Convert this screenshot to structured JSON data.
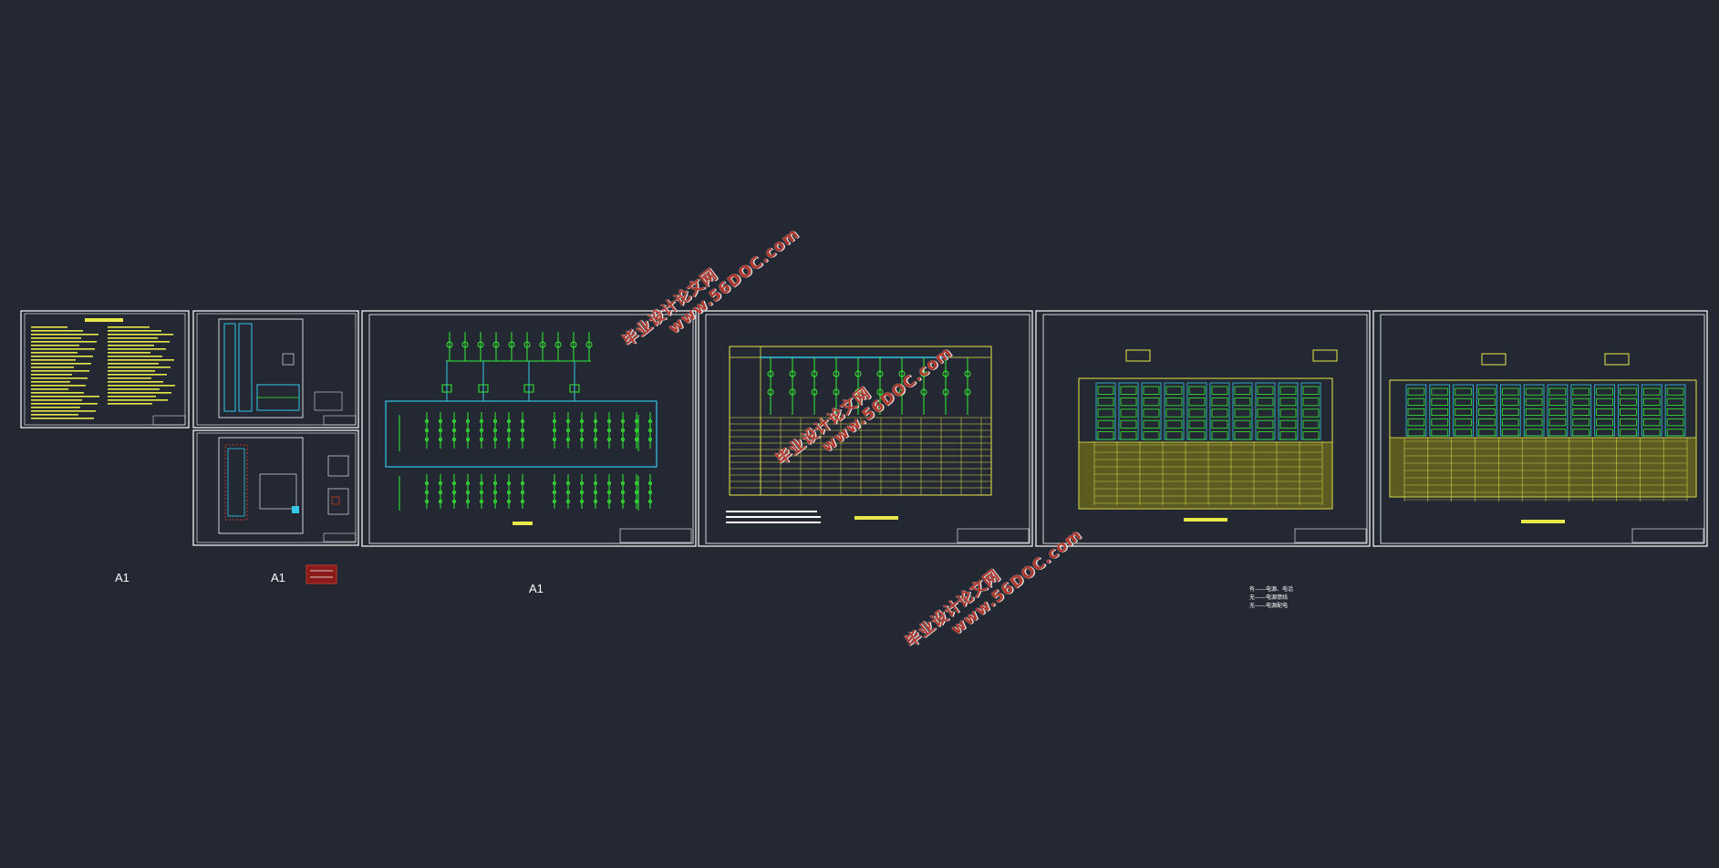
{
  "scale_labels": {
    "a": "A1",
    "b": "A1",
    "c": "A1"
  },
  "watermark": {
    "name": "毕业设计论文网",
    "url": "www.56DOC.com"
  },
  "legend_lines": [
    "有——电源、电话",
    "无——电源馈线",
    "无——电源配电"
  ],
  "colors": {
    "background": "#232833",
    "frame": "#ffffff",
    "yellow": "#e8e84a",
    "green": "#33ee33",
    "cyan": "#33c8e8",
    "red": "#c0392b"
  }
}
